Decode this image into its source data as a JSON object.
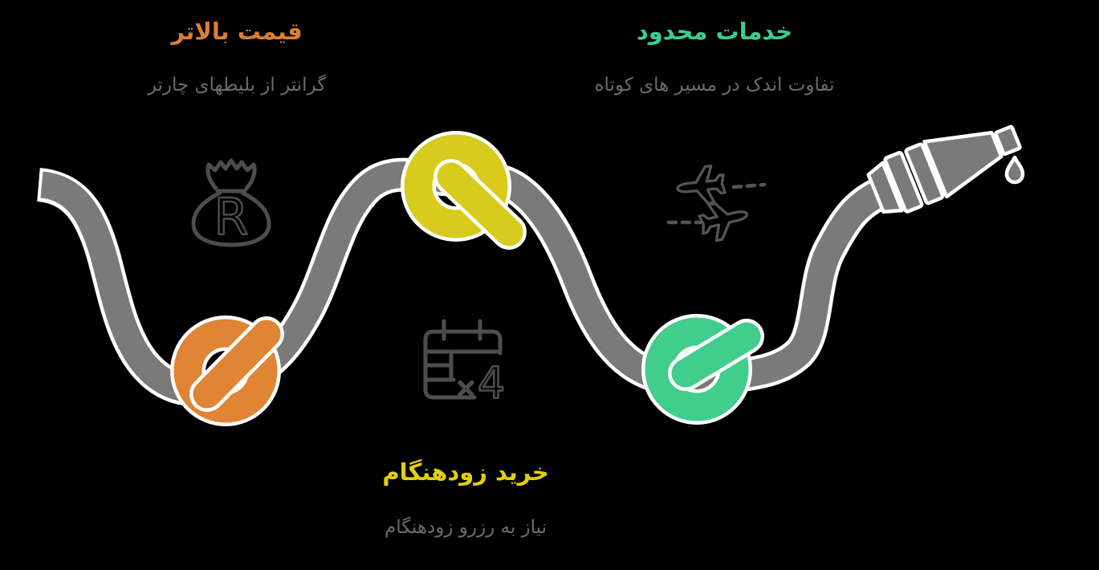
{
  "background": "#000000",
  "rope": {
    "color": "#7a7a7a",
    "outline": "#ffffff"
  },
  "text_color": "#6b6b6b",
  "sections": {
    "price": {
      "title": "قیمت بالاتر",
      "subtitle": "گرانتر از بلیطهای چارتر",
      "title_color": "#dd7e33",
      "knot_color": "#e08435"
    },
    "services": {
      "title": "خدمات محدود",
      "subtitle": "تفاوت اندک در مسیر های کوتاه",
      "title_color": "#3dcd8e",
      "knot_color": "#41cd8c"
    },
    "early_purchase": {
      "title": "خرید زودهنگام",
      "subtitle": "نیاز به رزرو زودهنگام",
      "title_color": "#e3ce0f",
      "knot_color": "#d8cb1d"
    }
  },
  "icons": {
    "icon_color": "#4d4d4d",
    "money_bag": {
      "name": "money-bag-icon",
      "letter": "R"
    },
    "calendar": {
      "name": "calendar-icon",
      "badge_times": "×",
      "badge_count": "4"
    },
    "airplanes": {
      "name": "airplanes-icon"
    },
    "hose_nozzle": {
      "name": "hose-nozzle-icon"
    },
    "droplet": {
      "name": "droplet-icon"
    }
  }
}
